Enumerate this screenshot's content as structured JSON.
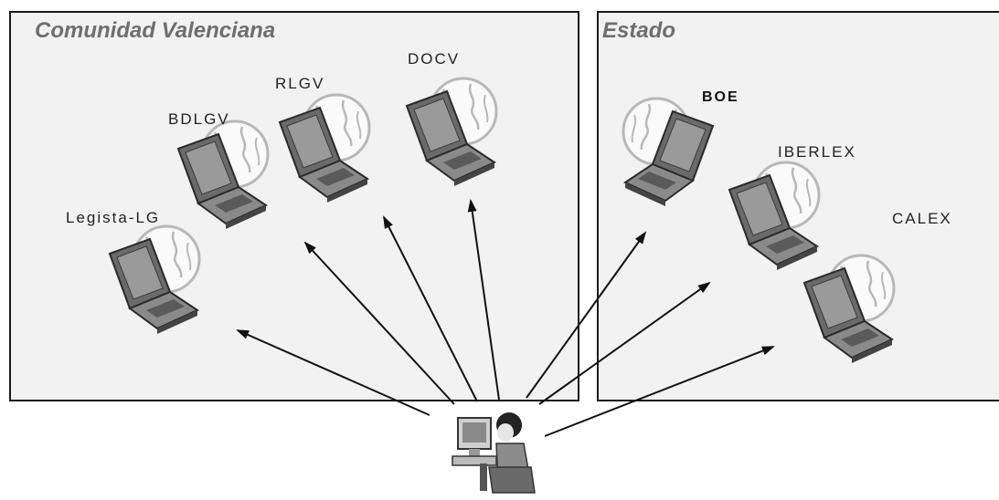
{
  "regions": {
    "comunidad": {
      "title": "Comunidad Valenciana"
    },
    "estado": {
      "title": "Estado"
    }
  },
  "nodes": [
    {
      "label": "Legista-LG",
      "icon": "laptop-globe-icon"
    },
    {
      "label": "BDLGV",
      "icon": "laptop-globe-icon"
    },
    {
      "label": "RLGV",
      "icon": "laptop-globe-icon"
    },
    {
      "label": "DOCV",
      "icon": "laptop-globe-icon"
    },
    {
      "label": "BOE",
      "icon": "laptop-globe-icon"
    },
    {
      "label": "IBERLEX",
      "icon": "laptop-globe-icon"
    },
    {
      "label": "CALEX",
      "icon": "laptop-globe-icon"
    }
  ],
  "user": {
    "icon": "user-at-computer-icon"
  },
  "colors": {
    "box_fill": "#f2f2f2",
    "box_border": "#1a1a1a",
    "title": "#6e6e6e",
    "arrow": "#111111",
    "globe": "#b8b8b8",
    "laptop": "#555555"
  }
}
